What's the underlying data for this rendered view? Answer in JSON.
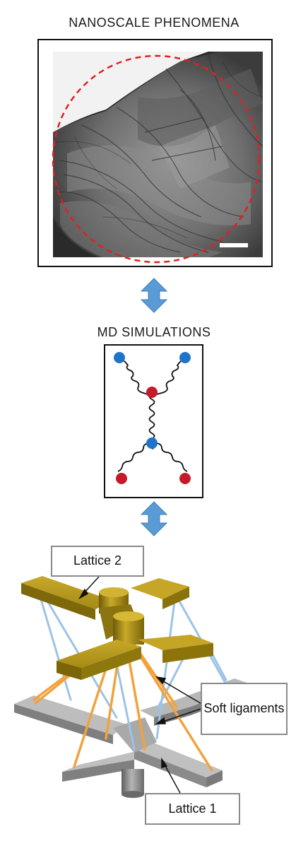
{
  "panels": {
    "top_title": "NANOSCALE PHENOMENA",
    "middle_title": "MD SIMULATIONS"
  },
  "labels": {
    "lattice2": "Lattice 2",
    "soft_ligaments": "Soft ligaments",
    "lattice1": "Lattice 1"
  },
  "colors": {
    "dashed_circle": "#e02020",
    "arrow_fill": "#5b9bd5",
    "atom_blue": "#1f74c8",
    "atom_red": "#c41a2a",
    "lattice_gold": "#a58a14",
    "lattice_grey": "#9a9a9a",
    "ligament_orange": "#f2a23c",
    "ligament_blue": "#9cc3e6"
  },
  "icons": {
    "double_arrow": "vertical-double-arrow-icon",
    "scale_bar": "scale-bar-icon"
  }
}
